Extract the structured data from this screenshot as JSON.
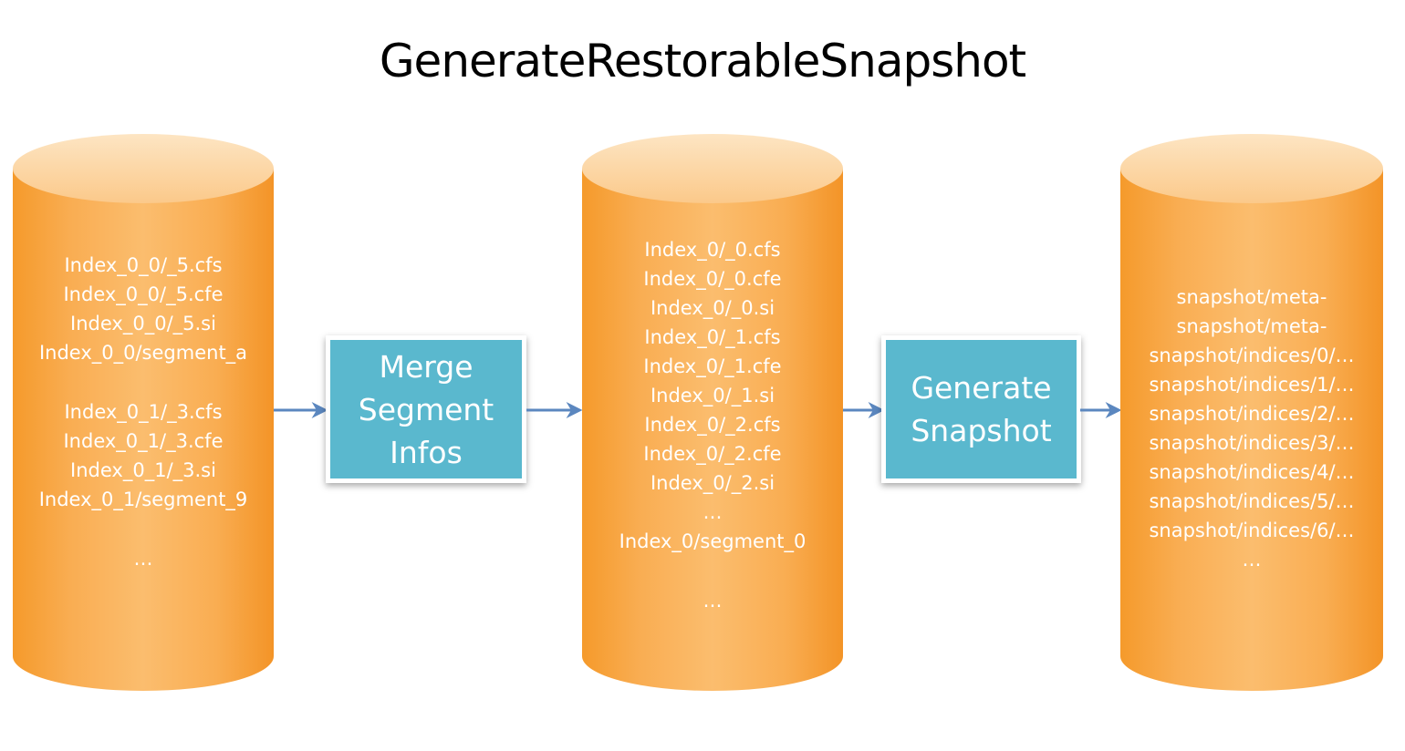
{
  "title": "GenerateRestorableSnapshot",
  "colors": {
    "cylinder": "#f9a63a",
    "cylinder_top": "#fdd8a4",
    "process_box": "#5ab8ce",
    "arrow": "#5b87bf"
  },
  "cylinders": [
    {
      "lines": [
        "Index_0_0/_5.cfs",
        "Index_0_0/_5.cfe",
        "Index_0_0/_5.si",
        "Index_0_0/segment_a",
        "",
        "Index_0_1/_3.cfs",
        "Index_0_1/_3.cfe",
        "Index_0_1/_3.si",
        "Index_0_1/segment_9",
        "",
        "…"
      ]
    },
    {
      "lines": [
        "Index_0/_0.cfs",
        "Index_0/_0.cfe",
        "Index_0/_0.si",
        "Index_0/_1.cfs",
        "Index_0/_1.cfe",
        "Index_0/_1.si",
        "Index_0/_2.cfs",
        "Index_0/_2.cfe",
        "Index_0/_2.si",
        "…",
        "Index_0/segment_0",
        "",
        "…"
      ]
    },
    {
      "lines": [
        "snapshot/meta-",
        "snapshot/meta-",
        "snapshot/indices/0/…",
        "snapshot/indices/1/…",
        "snapshot/indices/2/…",
        "snapshot/indices/3/…",
        "snapshot/indices/4/…",
        "snapshot/indices/5/…",
        "snapshot/indices/6/…",
        "…"
      ]
    }
  ],
  "processes": [
    {
      "lines": [
        "Merge",
        "Segment",
        "Infos"
      ]
    },
    {
      "lines": [
        "Generate",
        "Snapshot"
      ]
    }
  ]
}
